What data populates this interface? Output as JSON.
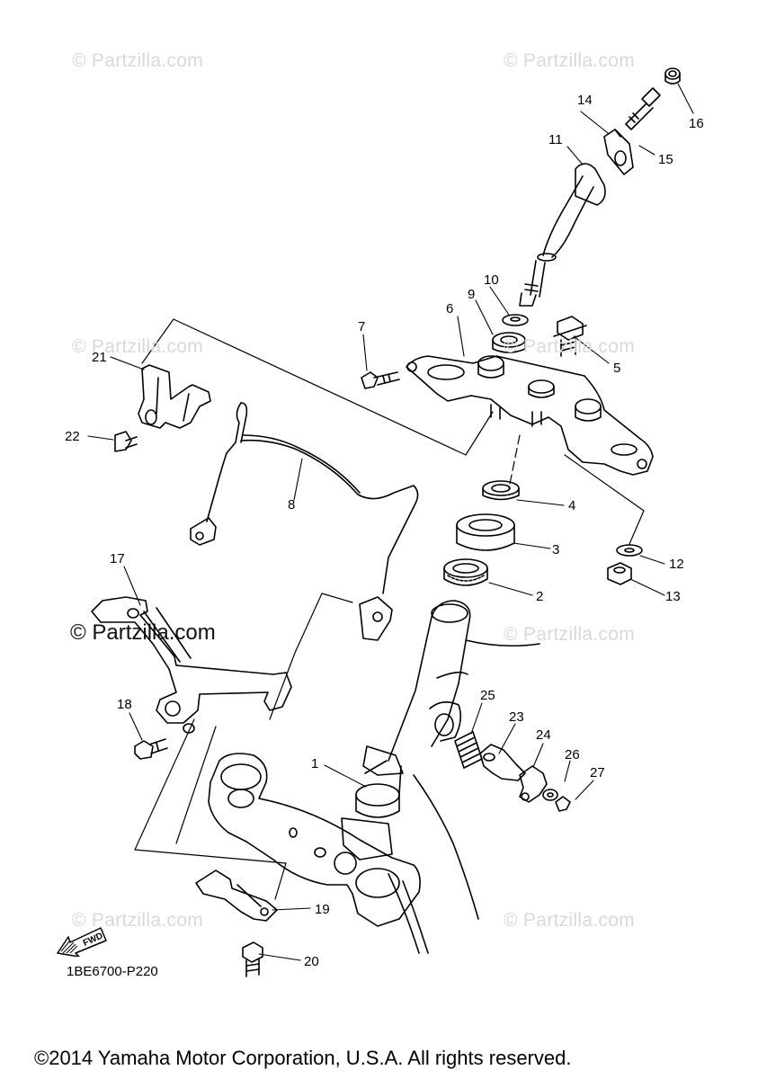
{
  "watermarks": {
    "text": "© Partzilla.com",
    "main": "© Partzilla.com"
  },
  "callouts": [
    {
      "id": "1",
      "text": "1"
    },
    {
      "id": "2",
      "text": "2"
    },
    {
      "id": "3",
      "text": "3"
    },
    {
      "id": "4",
      "text": "4"
    },
    {
      "id": "5",
      "text": "5"
    },
    {
      "id": "6",
      "text": "6"
    },
    {
      "id": "7",
      "text": "7"
    },
    {
      "id": "8",
      "text": "8"
    },
    {
      "id": "9",
      "text": "9"
    },
    {
      "id": "10",
      "text": "10"
    },
    {
      "id": "11",
      "text": "11"
    },
    {
      "id": "12",
      "text": "12"
    },
    {
      "id": "13",
      "text": "13"
    },
    {
      "id": "14",
      "text": "14"
    },
    {
      "id": "15",
      "text": "15"
    },
    {
      "id": "16",
      "text": "16"
    },
    {
      "id": "17",
      "text": "17"
    },
    {
      "id": "18",
      "text": "18"
    },
    {
      "id": "19",
      "text": "19"
    },
    {
      "id": "20",
      "text": "20"
    },
    {
      "id": "21",
      "text": "21"
    },
    {
      "id": "22",
      "text": "22"
    },
    {
      "id": "23",
      "text": "23"
    },
    {
      "id": "24",
      "text": "24"
    },
    {
      "id": "25",
      "text": "25"
    },
    {
      "id": "26",
      "text": "26"
    },
    {
      "id": "27",
      "text": "27"
    }
  ],
  "fwd_label": "FWD",
  "diagram_code": "1BE6700-P220",
  "copyright": "©2014 Yamaha Motor Corporation, U.S.A. All rights reserved."
}
